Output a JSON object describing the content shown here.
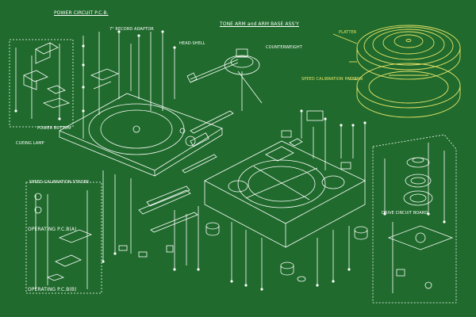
{
  "colors": {
    "background": "#1f6a2c",
    "line": "#ffffff",
    "highlight": "#e6e36a"
  },
  "labels": {
    "power_circuit_pcb": "POWER CIRCUIT P.C.B.",
    "record_adaptor": "7\" RECORD ADAPTOR",
    "tone_arm_base": "TONE ARM and ARM BASE ASS'Y",
    "head_shell": "HEAD-SHELL",
    "counterweight": "COUNTERWEIGHT",
    "platter": "PLATTER",
    "speed_calibration_pattern": "SPEED CALIBRATION PATTERN",
    "power_button": "POWER BUTTON",
    "cueing_lamp": "CUEING LAMP",
    "speed_calibration_strobe": "SPEED CALIBRATION STROBE",
    "operating_pcb_a": "OPERATING P.C.B(A)",
    "operating_pcb_b": "OPERATING P.C.B(B)",
    "drive_circuit_board": "DRIVE CIRCUIT BOARD"
  }
}
